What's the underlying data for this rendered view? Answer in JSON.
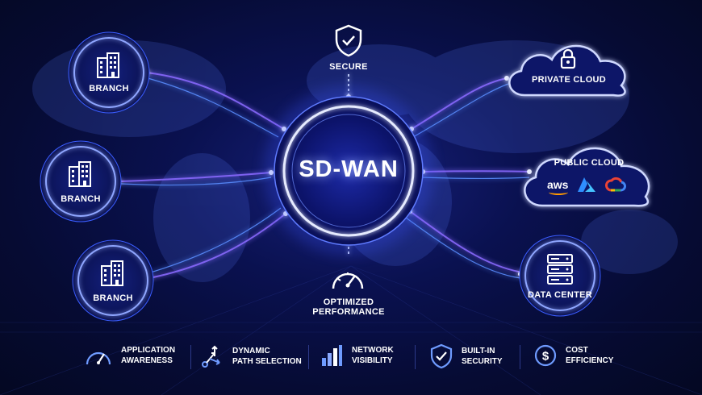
{
  "center": {
    "title": "SD-WAN"
  },
  "top_node": {
    "label": "SECURE",
    "icon": "shield-check-icon"
  },
  "bottom_node": {
    "label_line1": "OPTIMIZED",
    "label_line2": "PERFORMANCE",
    "icon": "gauge-icon"
  },
  "branches": [
    {
      "label": "BRANCH",
      "icon": "building-icon"
    },
    {
      "label": "BRANCH",
      "icon": "building-icon"
    },
    {
      "label": "BRANCH",
      "icon": "building-icon"
    }
  ],
  "destinations": [
    {
      "label": "PRIVATE CLOUD",
      "icon": "lock-icon"
    },
    {
      "label": "PUBLIC CLOUD",
      "logos": [
        "aws",
        "azure",
        "google-cloud"
      ],
      "aws_text": "aws"
    },
    {
      "label": "DATA CENTER",
      "icon": "server-rack-icon"
    }
  ],
  "features": [
    {
      "line1": "APPLICATION",
      "line2": "AWARENESS",
      "icon": "speedometer-icon"
    },
    {
      "line1": "DYNAMIC",
      "line2": "PATH SELECTION",
      "icon": "path-split-icon"
    },
    {
      "line1": "NETWORK",
      "line2": "VISIBILITY",
      "icon": "bar-chart-icon"
    },
    {
      "line1": "BUILT-IN",
      "line2": "SECURITY",
      "icon": "shield-check-icon"
    },
    {
      "line1": "COST",
      "line2": "EFFICIENCY",
      "icon": "dollar-coin-icon"
    }
  ],
  "colors": {
    "glow": "#4f7bff",
    "line": "#8a6bff",
    "ring": "#6f8dff",
    "background": "#060b33",
    "text": "#ffffff"
  }
}
